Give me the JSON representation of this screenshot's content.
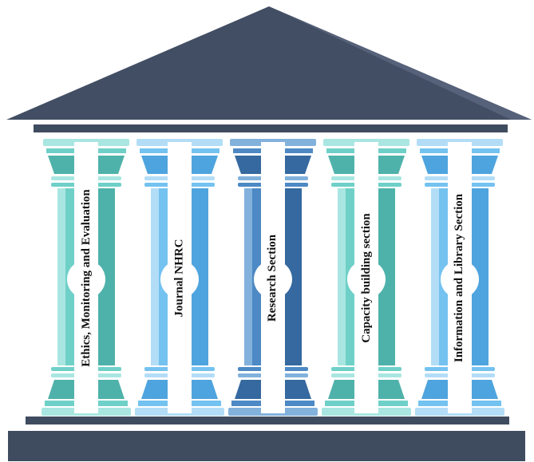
{
  "colors": {
    "roof": "#424e63",
    "roof_highlight": "#56617a",
    "beam": "#3f4b5f",
    "base": "#3f4b5f",
    "label_bg": "#ffffff"
  },
  "pillars": [
    {
      "label": "Ethics, Monitoring and Evaluation",
      "color_main": "#6fd0c8",
      "color_dark": "#4fb2aa",
      "color_light": "#a9e6e1"
    },
    {
      "label": "Journal NHRC",
      "color_main": "#74c2f0",
      "color_dark": "#4ea4de",
      "color_light": "#b3ddf7"
    },
    {
      "label": "Research Section",
      "color_main": "#4d89c4",
      "color_dark": "#35699f",
      "color_light": "#82b1dc"
    },
    {
      "label": "Capacity building section",
      "color_main": "#6fd0c8",
      "color_dark": "#4fb2aa",
      "color_light": "#a9e6e1"
    },
    {
      "label": "Information and Library Section",
      "color_main": "#74c2f0",
      "color_dark": "#4ea4de",
      "color_light": "#b3ddf7"
    }
  ]
}
